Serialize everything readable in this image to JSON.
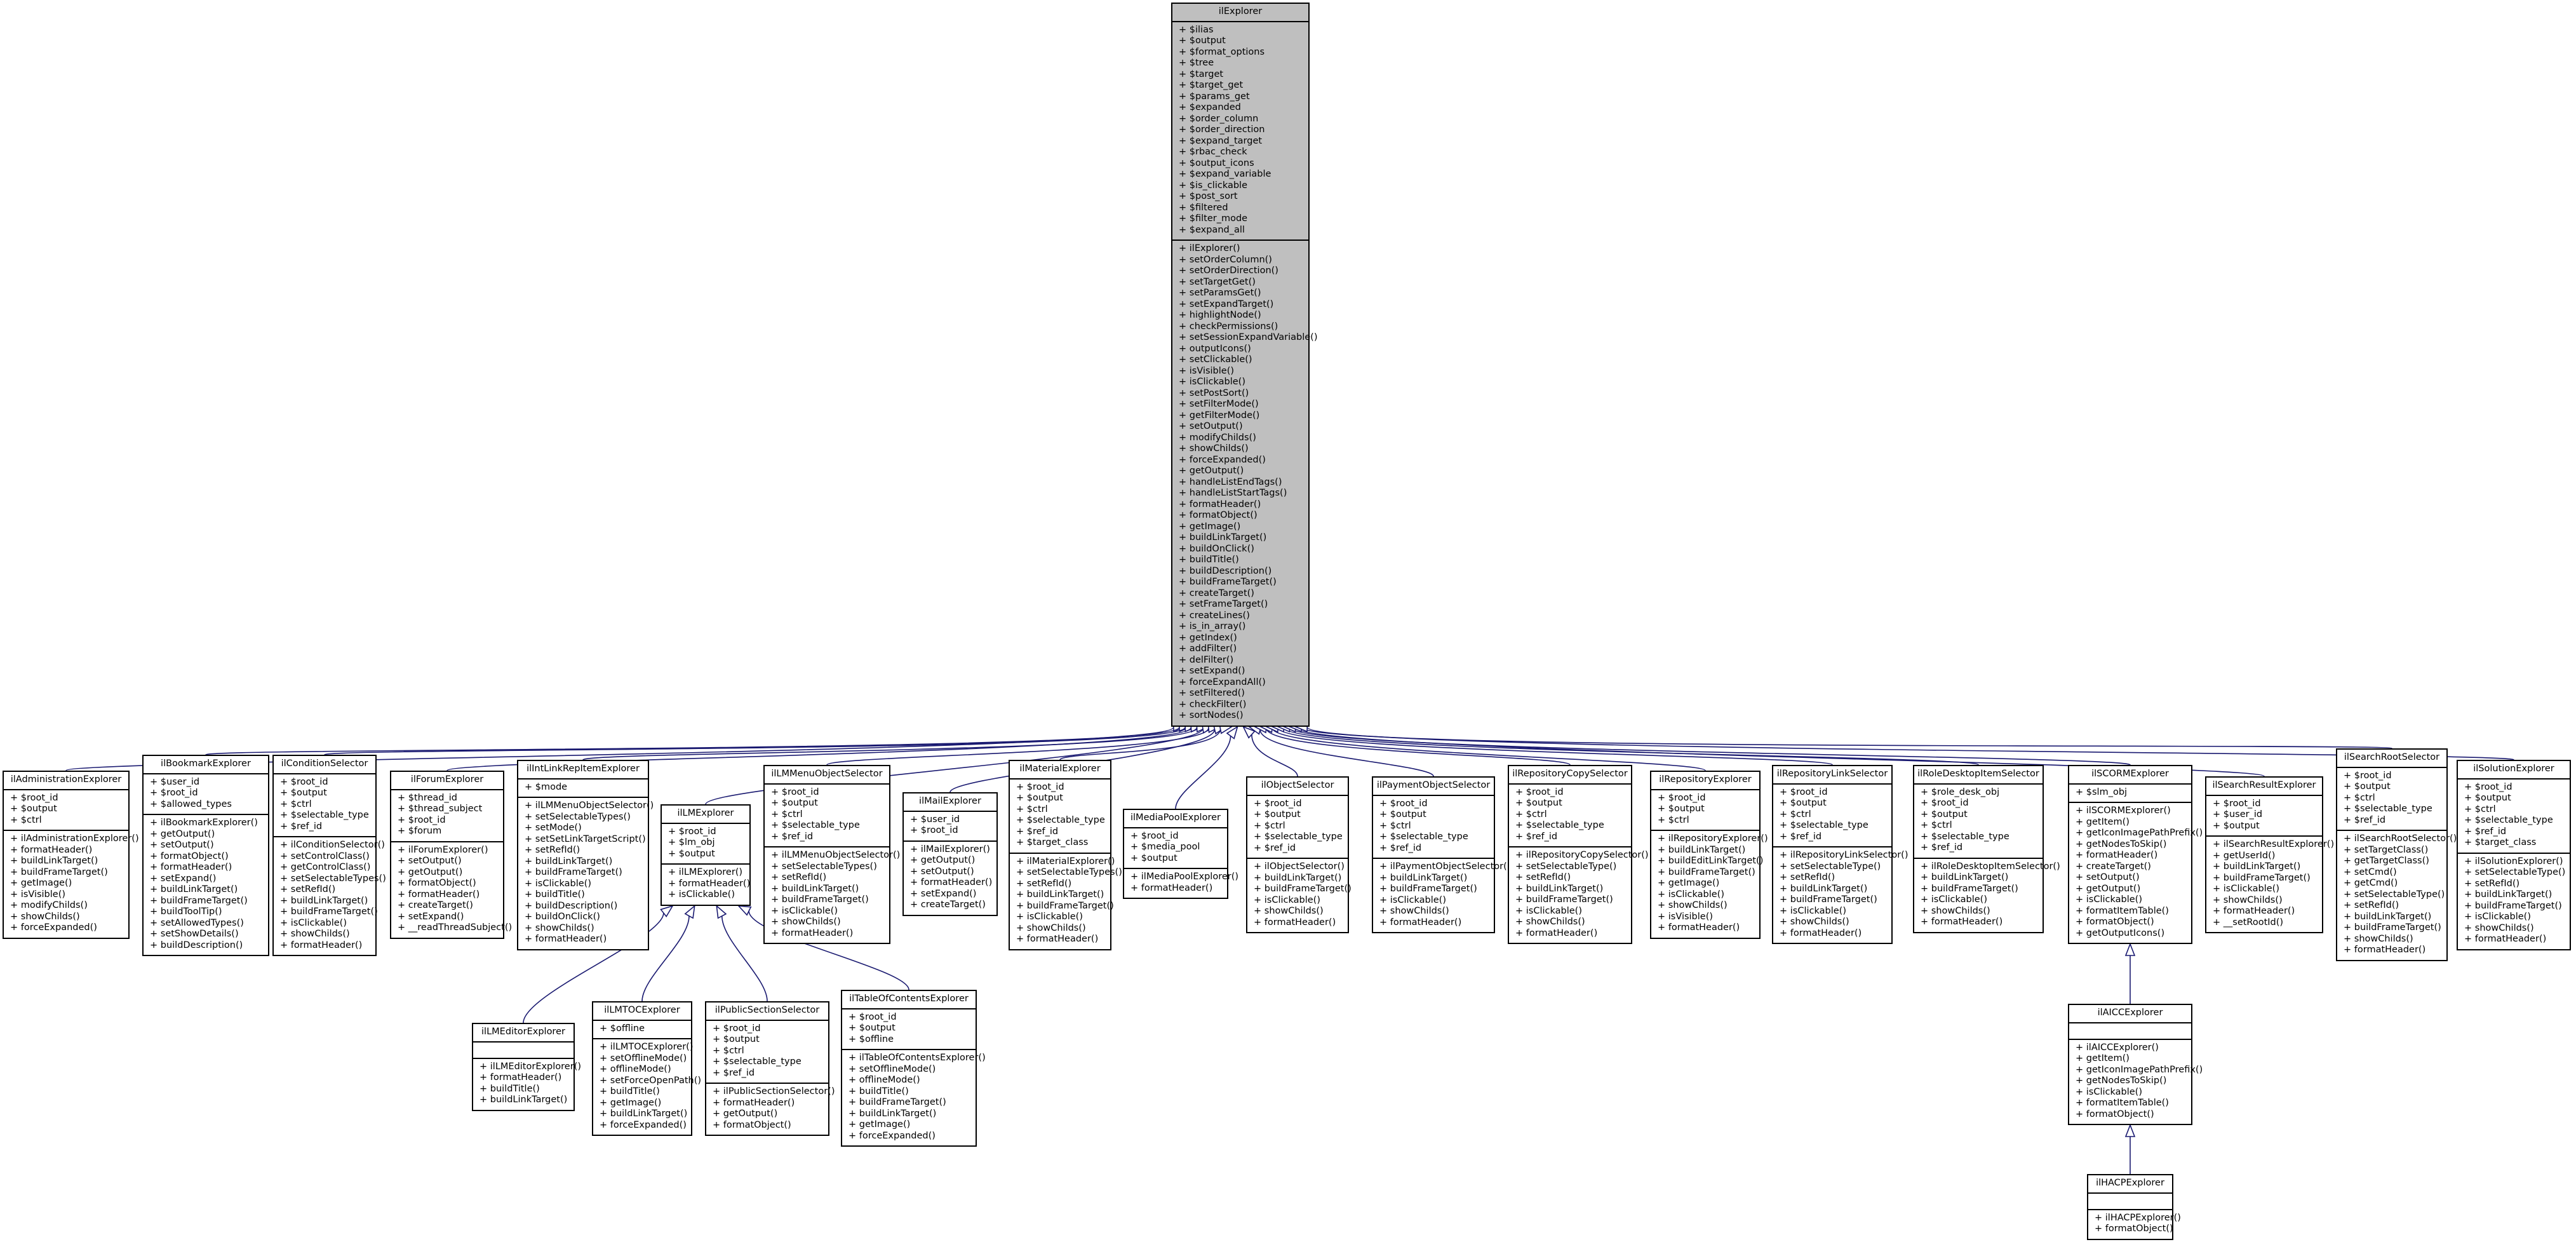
{
  "colors": {
    "edge": "#191970",
    "root_fill": "#bfbfbf",
    "box_fill": "#ffffff",
    "box_border": "#000000"
  },
  "classes": {
    "root": {
      "name": "ilExplorer",
      "attributes": [
        "+ $ilias",
        "+ $output",
        "+ $format_options",
        "+ $tree",
        "+ $target",
        "+ $target_get",
        "+ $params_get",
        "+ $expanded",
        "+ $order_column",
        "+ $order_direction",
        "+ $expand_target",
        "+ $rbac_check",
        "+ $output_icons",
        "+ $expand_variable",
        "+ $is_clickable",
        "+ $post_sort",
        "+ $filtered",
        "+ $filter_mode",
        "+ $expand_all"
      ],
      "methods": [
        "+ ilExplorer()",
        "+ setOrderColumn()",
        "+ setOrderDirection()",
        "+ setTargetGet()",
        "+ setParamsGet()",
        "+ setExpandTarget()",
        "+ highlightNode()",
        "+ checkPermissions()",
        "+ setSessionExpandVariable()",
        "+ outputIcons()",
        "+ setClickable()",
        "+ isVisible()",
        "+ isClickable()",
        "+ setPostSort()",
        "+ setFilterMode()",
        "+ getFilterMode()",
        "+ setOutput()",
        "+ modifyChilds()",
        "+ showChilds()",
        "+ forceExpanded()",
        "+ getOutput()",
        "+ handleListEndTags()",
        "+ handleListStartTags()",
        "+ formatHeader()",
        "+ formatObject()",
        "+ getImage()",
        "+ buildLinkTarget()",
        "+ buildOnClick()",
        "+ buildTitle()",
        "+ buildDescription()",
        "+ buildFrameTarget()",
        "+ createTarget()",
        "+ setFrameTarget()",
        "+ createLines()",
        "+ is_in_array()",
        "+ getIndex()",
        "+ addFilter()",
        "+ delFilter()",
        "+ setExpand()",
        "+ forceExpandAll()",
        "+ setFiltered()",
        "+ checkFilter()",
        "+ sortNodes()"
      ]
    },
    "c01": {
      "name": "ilAdministrationExplorer",
      "attributes": [
        "+ $root_id",
        "+ $output",
        "+ $ctrl"
      ],
      "methods": [
        "+ ilAdministrationExplorer()",
        "+ formatHeader()",
        "+ buildLinkTarget()",
        "+ buildFrameTarget()",
        "+ getImage()",
        "+ isVisible()",
        "+ modifyChilds()",
        "+ showChilds()",
        "+ forceExpanded()"
      ]
    },
    "c02": {
      "name": "ilBookmarkExplorer",
      "attributes": [
        "+ $user_id",
        "+ $root_id",
        "+ $allowed_types"
      ],
      "methods": [
        "+ ilBookmarkExplorer()",
        "+ getOutput()",
        "+ setOutput()",
        "+ formatObject()",
        "+ formatHeader()",
        "+ setExpand()",
        "+ buildLinkTarget()",
        "+ buildFrameTarget()",
        "+ buildToolTip()",
        "+ setAllowedTypes()",
        "+ setShowDetails()",
        "+ buildDescription()"
      ]
    },
    "c03": {
      "name": "ilConditionSelector",
      "attributes": [
        "+ $root_id",
        "+ $output",
        "+ $ctrl",
        "+ $selectable_type",
        "+ $ref_id"
      ],
      "methods": [
        "+ ilConditionSelector()",
        "+ setControlClass()",
        "+ getControlClass()",
        "+ setSelectableTypes()",
        "+ setRefId()",
        "+ buildLinkTarget()",
        "+ buildFrameTarget()",
        "+ isClickable()",
        "+ showChilds()",
        "+ formatHeader()"
      ]
    },
    "c04": {
      "name": "ilForumExplorer",
      "attributes": [
        "+ $thread_id",
        "+ $thread_subject",
        "+ $root_id",
        "+ $forum"
      ],
      "methods": [
        "+ ilForumExplorer()",
        "+ setOutput()",
        "+ getOutput()",
        "+ formatObject()",
        "+ formatHeader()",
        "+ createTarget()",
        "+ setExpand()",
        "+ __readThreadSubject()"
      ]
    },
    "c05": {
      "name": "ilIntLinkRepItemExplorer",
      "attributes": [
        "+ $mode"
      ],
      "methods": [
        "+ ilLMMenuObjectSelector()",
        "+ setSelectableTypes()",
        "+ setMode()",
        "+ setSetLinkTargetScript()",
        "+ setRefId()",
        "+ buildLinkTarget()",
        "+ buildFrameTarget()",
        "+ isClickable()",
        "+ buildTitle()",
        "+ buildDescription()",
        "+ buildOnClick()",
        "+ showChilds()",
        "+ formatHeader()"
      ]
    },
    "c06": {
      "name": "ilLMExplorer",
      "attributes": [
        "+ $root_id",
        "+ $lm_obj",
        "+ $output"
      ],
      "methods": [
        "+ ilLMExplorer()",
        "+ formatHeader()",
        "+ isClickable()"
      ]
    },
    "c07": {
      "name": "ilLMMenuObjectSelector",
      "attributes": [
        "+ $root_id",
        "+ $output",
        "+ $ctrl",
        "+ $selectable_type",
        "+ $ref_id"
      ],
      "methods": [
        "+ ilLMMenuObjectSelector()",
        "+ setSelectableTypes()",
        "+ setRefId()",
        "+ buildLinkTarget()",
        "+ buildFrameTarget()",
        "+ isClickable()",
        "+ showChilds()",
        "+ formatHeader()"
      ]
    },
    "c08": {
      "name": "ilMailExplorer",
      "attributes": [
        "+ $user_id",
        "+ $root_id"
      ],
      "methods": [
        "+ ilMailExplorer()",
        "+ getOutput()",
        "+ setOutput()",
        "+ formatHeader()",
        "+ setExpand()",
        "+ createTarget()"
      ]
    },
    "c09": {
      "name": "ilMaterialExplorer",
      "attributes": [
        "+ $root_id",
        "+ $output",
        "+ $ctrl",
        "+ $selectable_type",
        "+ $ref_id",
        "+ $target_class"
      ],
      "methods": [
        "+ ilMaterialExplorer()",
        "+ setSelectableTypes()",
        "+ setRefId()",
        "+ buildLinkTarget()",
        "+ buildFrameTarget()",
        "+ isClickable()",
        "+ showChilds()",
        "+ formatHeader()"
      ]
    },
    "c10": {
      "name": "ilMediaPoolExplorer",
      "attributes": [
        "+ $root_id",
        "+ $media_pool",
        "+ $output"
      ],
      "methods": [
        "+ ilMediaPoolExplorer()",
        "+ formatHeader()"
      ]
    },
    "c11": {
      "name": "ilObjectSelector",
      "attributes": [
        "+ $root_id",
        "+ $output",
        "+ $ctrl",
        "+ $selectable_type",
        "+ $ref_id"
      ],
      "methods": [
        "+ ilObjectSelector()",
        "+ buildLinkTarget()",
        "+ buildFrameTarget()",
        "+ isClickable()",
        "+ showChilds()",
        "+ formatHeader()"
      ]
    },
    "c12": {
      "name": "ilPaymentObjectSelector",
      "attributes": [
        "+ $root_id",
        "+ $output",
        "+ $ctrl",
        "+ $selectable_type",
        "+ $ref_id"
      ],
      "methods": [
        "+ ilPaymentObjectSelector()",
        "+ buildLinkTarget()",
        "+ buildFrameTarget()",
        "+ isClickable()",
        "+ showChilds()",
        "+ formatHeader()"
      ]
    },
    "c13": {
      "name": "ilRepositoryCopySelector",
      "attributes": [
        "+ $root_id",
        "+ $output",
        "+ $ctrl",
        "+ $selectable_type",
        "+ $ref_id"
      ],
      "methods": [
        "+ ilRepositoryCopySelector()",
        "+ setSelectableType()",
        "+ setRefId()",
        "+ buildLinkTarget()",
        "+ buildFrameTarget()",
        "+ isClickable()",
        "+ showChilds()",
        "+ formatHeader()"
      ]
    },
    "c14": {
      "name": "ilRepositoryExplorer",
      "attributes": [
        "+ $root_id",
        "+ $output",
        "+ $ctrl"
      ],
      "methods": [
        "+ ilRepositoryExplorer()",
        "+ buildLinkTarget()",
        "+ buildEditLinkTarget()",
        "+ buildFrameTarget()",
        "+ getImage()",
        "+ isClickable()",
        "+ showChilds()",
        "+ isVisible()",
        "+ formatHeader()"
      ]
    },
    "c15": {
      "name": "ilRepositoryLinkSelector",
      "attributes": [
        "+ $root_id",
        "+ $output",
        "+ $ctrl",
        "+ $selectable_type",
        "+ $ref_id"
      ],
      "methods": [
        "+ ilRepositoryLinkSelector()",
        "+ setSelectableType()",
        "+ setRefId()",
        "+ buildLinkTarget()",
        "+ buildFrameTarget()",
        "+ isClickable()",
        "+ showChilds()",
        "+ formatHeader()"
      ]
    },
    "c16": {
      "name": "ilRoleDesktopItemSelector",
      "attributes": [
        "+ $role_desk_obj",
        "+ $root_id",
        "+ $output",
        "+ $ctrl",
        "+ $selectable_type",
        "+ $ref_id"
      ],
      "methods": [
        "+ ilRoleDesktopItemSelector()",
        "+ buildLinkTarget()",
        "+ buildFrameTarget()",
        "+ isClickable()",
        "+ showChilds()",
        "+ formatHeader()"
      ]
    },
    "c17": {
      "name": "ilSCORMExplorer",
      "attributes": [
        "+ $slm_obj"
      ],
      "methods": [
        "+ ilSCORMExplorer()",
        "+ getItem()",
        "+ getIconImagePathPrefix()",
        "+ getNodesToSkip()",
        "+ formatHeader()",
        "+ createTarget()",
        "+ setOutput()",
        "+ getOutput()",
        "+ isClickable()",
        "+ formatItemTable()",
        "+ formatObject()",
        "+ getOutputIcons()"
      ]
    },
    "c18": {
      "name": "ilSearchResultExplorer",
      "attributes": [
        "+ $root_id",
        "+ $user_id",
        "+ $output"
      ],
      "methods": [
        "+ ilSearchResultExplorer()",
        "+ getUserId()",
        "+ buildLinkTarget()",
        "+ buildFrameTarget()",
        "+ isClickable()",
        "+ showChilds()",
        "+ formatHeader()",
        "+ __setRootId()"
      ]
    },
    "c19": {
      "name": "ilSearchRootSelector",
      "attributes": [
        "+ $root_id",
        "+ $output",
        "+ $ctrl",
        "+ $selectable_type",
        "+ $ref_id"
      ],
      "methods": [
        "+ ilSearchRootSelector()",
        "+ setTargetClass()",
        "+ getTargetClass()",
        "+ setCmd()",
        "+ getCmd()",
        "+ setSelectableType()",
        "+ setRefId()",
        "+ buildLinkTarget()",
        "+ buildFrameTarget()",
        "+ showChilds()",
        "+ formatHeader()"
      ]
    },
    "c20": {
      "name": "ilSolutionExplorer",
      "attributes": [
        "+ $root_id",
        "+ $output",
        "+ $ctrl",
        "+ $selectable_type",
        "+ $ref_id",
        "+ $target_class"
      ],
      "methods": [
        "+ ilSolutionExplorer()",
        "+ setSelectableType()",
        "+ setRefId()",
        "+ buildLinkTarget()",
        "+ buildFrameTarget()",
        "+ isClickable()",
        "+ showChilds()",
        "+ formatHeader()"
      ]
    },
    "l1": {
      "name": "ilLMEditorExplorer",
      "attributes": [],
      "methods": [
        "+ ilLMEditorExplorer()",
        "+ formatHeader()",
        "+ buildTitle()",
        "+ buildLinkTarget()"
      ]
    },
    "l2": {
      "name": "ilLMTOCExplorer",
      "attributes": [
        "+ $offline"
      ],
      "methods": [
        "+ ilLMTOCExplorer()",
        "+ setOfflineMode()",
        "+ offlineMode()",
        "+ setForceOpenPath()",
        "+ buildTitle()",
        "+ getImage()",
        "+ buildLinkTarget()",
        "+ forceExpanded()"
      ]
    },
    "l3": {
      "name": "ilPublicSectionSelector",
      "attributes": [
        "+ $root_id",
        "+ $output",
        "+ $ctrl",
        "+ $selectable_type",
        "+ $ref_id"
      ],
      "methods": [
        "+ ilPublicSectionSelector()",
        "+ formatHeader()",
        "+ getOutput()",
        "+ formatObject()"
      ]
    },
    "l4": {
      "name": "ilTableOfContentsExplorer",
      "attributes": [
        "+ $root_id",
        "+ $output",
        "+ $offline"
      ],
      "methods": [
        "+ ilTableOfContentsExplorer()",
        "+ setOfflineMode()",
        "+ offlineMode()",
        "+ buildTitle()",
        "+ buildFrameTarget()",
        "+ buildLinkTarget()",
        "+ getImage()",
        "+ forceExpanded()"
      ]
    },
    "s1": {
      "name": "ilAICCExplorer",
      "attributes": [],
      "methods": [
        "+ ilAICCExplorer()",
        "+ getItem()",
        "+ getIconImagePathPrefix()",
        "+ getNodesToSkip()",
        "+ isClickable()",
        "+ formatItemTable()",
        "+ formatObject()"
      ]
    },
    "s2": {
      "name": "ilHACPExplorer",
      "attributes": [],
      "methods": [
        "+ ilHACPExplorer()",
        "+ formatObject()"
      ]
    }
  },
  "inheritance": [
    [
      "c01",
      "root"
    ],
    [
      "c02",
      "root"
    ],
    [
      "c03",
      "root"
    ],
    [
      "c04",
      "root"
    ],
    [
      "c05",
      "root"
    ],
    [
      "c06",
      "root"
    ],
    [
      "c07",
      "root"
    ],
    [
      "c08",
      "root"
    ],
    [
      "c09",
      "root"
    ],
    [
      "c10",
      "root"
    ],
    [
      "c11",
      "root"
    ],
    [
      "c12",
      "root"
    ],
    [
      "c13",
      "root"
    ],
    [
      "c14",
      "root"
    ],
    [
      "c15",
      "root"
    ],
    [
      "c16",
      "root"
    ],
    [
      "c17",
      "root"
    ],
    [
      "c18",
      "root"
    ],
    [
      "c19",
      "root"
    ],
    [
      "c20",
      "root"
    ],
    [
      "l1",
      "c06"
    ],
    [
      "l2",
      "c06"
    ],
    [
      "l3",
      "c06"
    ],
    [
      "l4",
      "c06"
    ],
    [
      "s1",
      "c17"
    ],
    [
      "s2",
      "s1"
    ]
  ]
}
